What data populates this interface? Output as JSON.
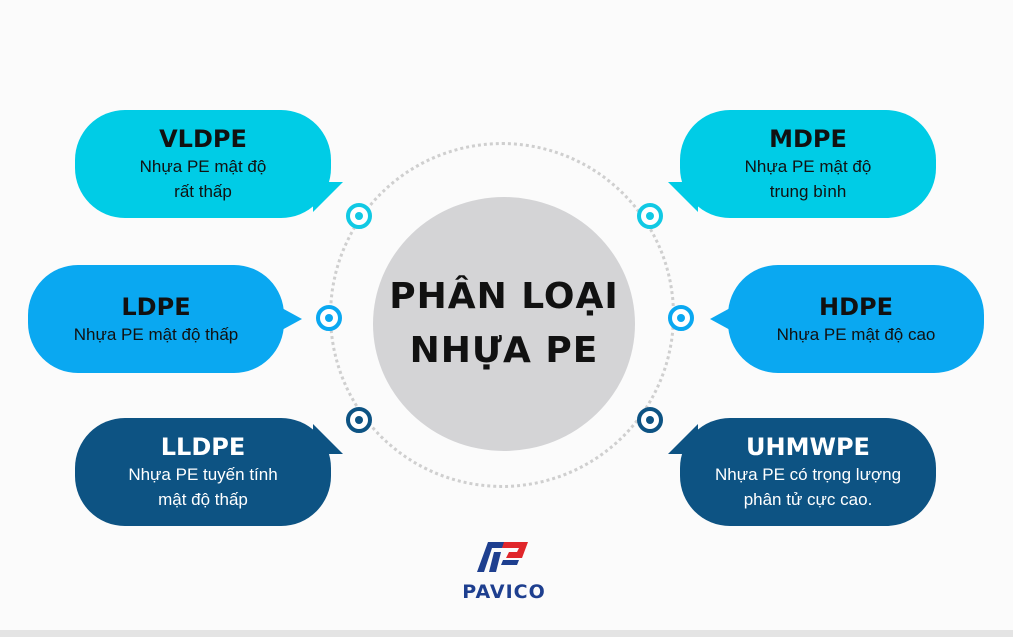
{
  "center": {
    "line1": "PHÂN LOẠI",
    "line2": "NHỰA PE"
  },
  "nodes": [
    {
      "title": "VLDPE",
      "desc": [
        "Nhựa PE mật độ",
        "rất thấp"
      ]
    },
    {
      "title": "LDPE",
      "desc": [
        "Nhựa PE mật độ thấp"
      ]
    },
    {
      "title": "LLDPE",
      "desc": [
        "Nhựa PE tuyến tính",
        "mật độ thấp"
      ]
    },
    {
      "title": "MDPE",
      "desc": [
        "Nhựa PE mật độ",
        "trung bình"
      ]
    },
    {
      "title": "HDPE",
      "desc": [
        "Nhựa PE mật độ cao"
      ]
    },
    {
      "title": "UHMWPE",
      "desc": [
        "Nhựa PE có trọng lượng",
        "phân tử cực cao."
      ]
    }
  ],
  "colors": {
    "cyan": "#00cce6",
    "blue": "#0aa8f1",
    "navy": "#0d5383",
    "center": "#d4d4d6",
    "logo_blue": "#1e3f8f",
    "logo_red": "#e0262a"
  },
  "logo": {
    "text": "PAVICO"
  }
}
